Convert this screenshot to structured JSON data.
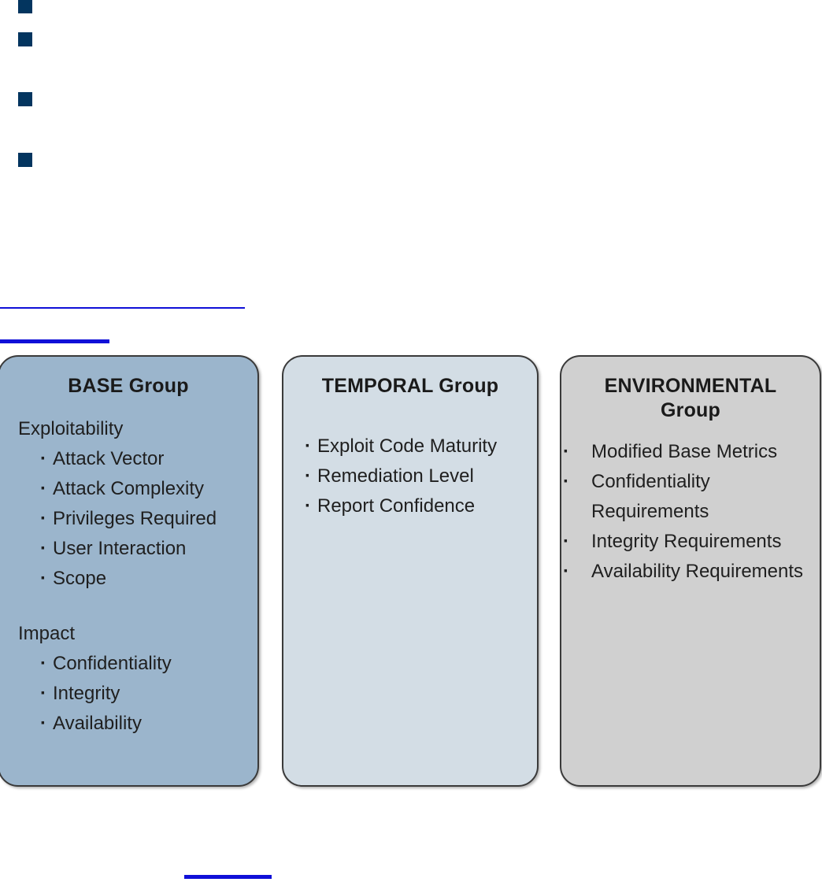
{
  "markers": {
    "color": "#03355f",
    "items": [
      {
        "name": "square-bullet-1"
      },
      {
        "name": "square-bullet-2"
      },
      {
        "name": "square-bullet-3"
      },
      {
        "name": "square-bullet-4"
      }
    ]
  },
  "rules": {
    "color": "#1010d8"
  },
  "groups": [
    {
      "id": "base",
      "title": "BASE Group",
      "fill": "#9bb5cc",
      "sections": [
        {
          "heading": "Exploitability",
          "items": [
            "Attack Vector",
            "Attack Complexity",
            "Privileges Required",
            "User Interaction",
            "Scope"
          ]
        },
        {
          "heading": "Impact",
          "items": [
            "Confidentiality",
            "Integrity",
            "Availability"
          ]
        }
      ]
    },
    {
      "id": "temporal",
      "title": "TEMPORAL Group",
      "fill": "#d3dde5",
      "items": [
        "Exploit Code Maturity",
        "Remediation Level",
        "Report Confidence"
      ]
    },
    {
      "id": "environmental",
      "title": "ENVIRONMENTAL Group",
      "fill": "#d0d0d0",
      "items": [
        "Modified Base Metrics",
        "Confidentiality Requirements",
        "Integrity Requirements",
        "Availability Requirements"
      ]
    }
  ]
}
